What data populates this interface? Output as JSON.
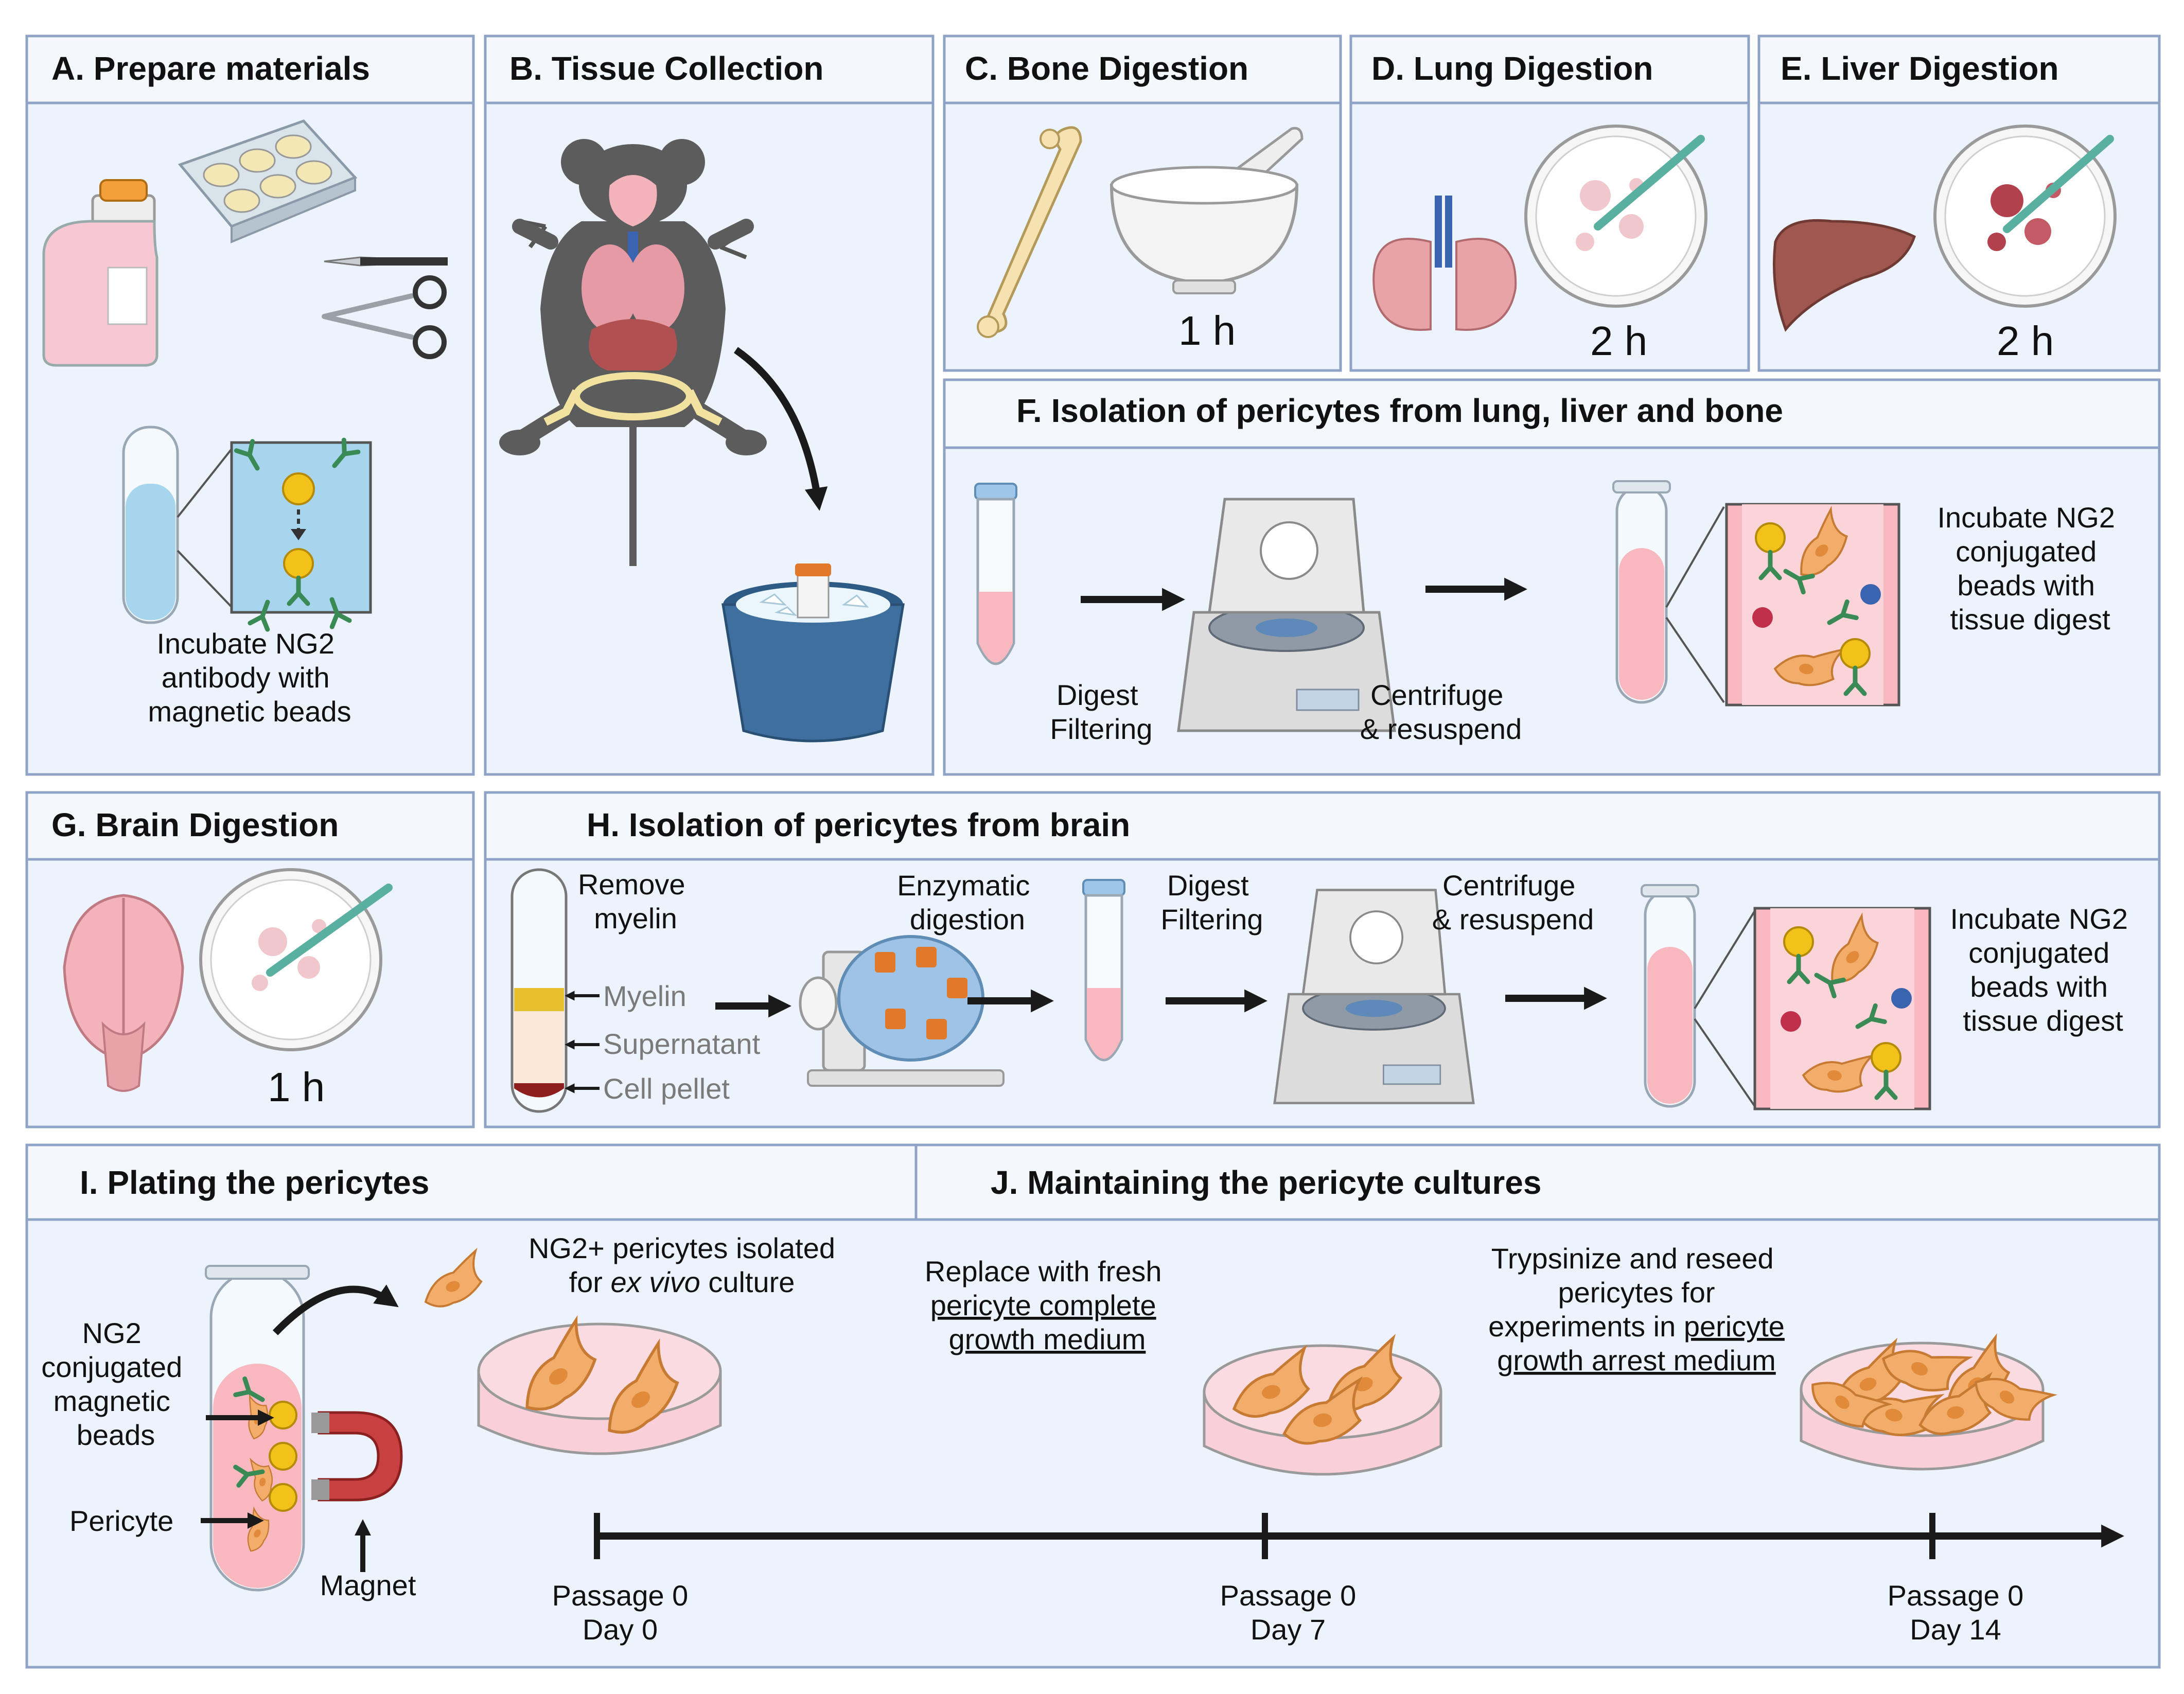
{
  "panels": {
    "a": {
      "title": "A. Prepare materials",
      "caption": [
        "Incubate NG2",
        "antibody with",
        "magnetic beads"
      ],
      "icons": [
        "culture-flask-icon",
        "well-plate-icon",
        "scalpel-icon",
        "scissors-icon",
        "test-tube-icon",
        "bead-antibody-icon"
      ]
    },
    "b": {
      "title": "B. Tissue Collection",
      "icons": [
        "mouse-icon",
        "ice-bucket-icon"
      ]
    },
    "c": {
      "title": "C. Bone Digestion",
      "time": "1 h",
      "icons": [
        "bone-icon",
        "mortar-pestle-icon"
      ]
    },
    "d": {
      "title": "D. Lung Digestion",
      "time": "2 h",
      "icons": [
        "lungs-icon",
        "petri-dish-icon"
      ]
    },
    "e": {
      "title": "E. Liver Digestion",
      "time": "2 h",
      "icons": [
        "liver-icon",
        "petri-dish-icon"
      ]
    },
    "f": {
      "title": "F. Isolation of pericytes from lung, liver and bone",
      "step1": [
        "Digest",
        "Filtering"
      ],
      "step2": [
        "Centrifuge",
        "& resuspend"
      ],
      "step3": [
        "Incubate NG2",
        "conjugated",
        "beads with",
        "tissue digest"
      ]
    },
    "g": {
      "title": "G. Brain Digestion",
      "time": "1 h",
      "icons": [
        "brain-icon",
        "petri-dish-icon"
      ]
    },
    "h": {
      "title": "H. Isolation of pericytes from brain",
      "remove": [
        "Remove",
        "myelin"
      ],
      "layers": [
        "Myelin",
        "Supernatant",
        "Cell pellet"
      ],
      "enzymatic": [
        "Enzymatic",
        "digestion"
      ],
      "digest": [
        "Digest",
        "Filtering"
      ],
      "centrifuge": [
        "Centrifuge",
        "& resuspend"
      ],
      "incubate": [
        "Incubate NG2",
        "conjugated",
        "beads with",
        "tissue digest"
      ]
    },
    "i": {
      "title": "I. Plating the pericytes",
      "beads_label": [
        "NG2",
        "conjugated",
        "magnetic",
        "beads"
      ],
      "pericyte_label": "Pericyte",
      "magnet_label": "Magnet",
      "isolated_line1": "NG2+ pericytes isolated",
      "isolated_pre": "for ",
      "isolated_em": "ex vivo",
      "isolated_post": " culture"
    },
    "j": {
      "title": "J. Maintaining the pericyte cultures",
      "replace": [
        "Replace with fresh",
        "pericyte complete",
        "growth medium"
      ],
      "trypsin1": "Trypsinize and reseed",
      "trypsin2": "pericytes for",
      "trypsin3_pre": "experiments in ",
      "trypsin3_ul": "pericyte",
      "trypsin4": "growth arrest medium"
    }
  },
  "timeline": [
    {
      "passage": "Passage 0",
      "day": "Day 0"
    },
    {
      "passage": "Passage 0",
      "day": "Day 7"
    },
    {
      "passage": "Passage 0",
      "day": "Day 14"
    }
  ],
  "colors": {
    "panel_bg": "#edf3fc",
    "panel_border": "#8fa3c6",
    "tissue_pink": "#e8a3a8",
    "bead_yellow": "#f2c21a",
    "antibody_green": "#3a8a55",
    "pericyte_orange": "#f2ad6a",
    "bucket_blue": "#3f6f9f"
  }
}
